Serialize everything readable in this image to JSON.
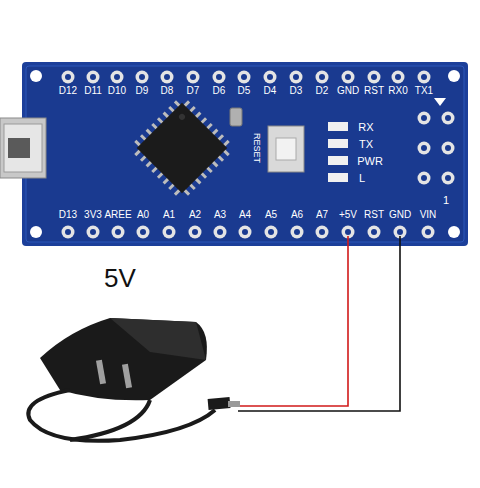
{
  "diagram": {
    "labels": [
      "D12",
      "D11",
      "D10",
      "D9",
      "D8",
      "D7",
      "D6",
      "D5",
      "D4",
      "D3",
      "D2",
      "GND",
      "RST",
      "RX0",
      "TX1",
      "D13",
      "3V3",
      "AREE",
      "A0",
      "A1",
      "A2",
      "A3",
      "A4",
      "A5",
      "A6",
      "A7",
      "+5V",
      "RST",
      "GND",
      "VIN",
      "RESET",
      "RX",
      "TX",
      "PWR",
      "L",
      "1",
      "5V"
    ]
  }
}
